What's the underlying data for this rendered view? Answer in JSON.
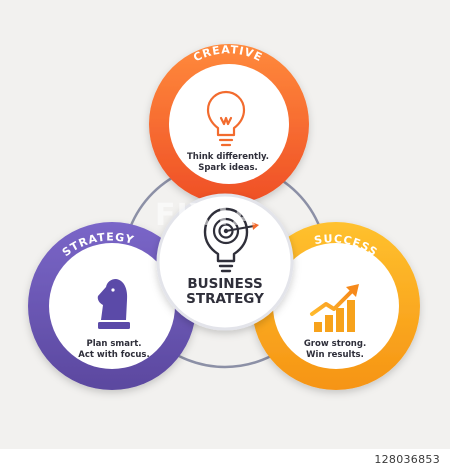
{
  "center": {
    "title_line1": "BUSINESS",
    "title_line2": "STRATEGY",
    "icon": "lightbulb-target-icon"
  },
  "segments": [
    {
      "key": "creative",
      "label": "CREATIVE",
      "line1": "Think differently.",
      "line2": "Spark ideas.",
      "icon": "lightbulb-icon",
      "color": "#f26b2e"
    },
    {
      "key": "strategy",
      "label": "STRATEGY",
      "line1": "Plan smart.",
      "line2": "Act with focus.",
      "icon": "chess-knight-icon",
      "color": "#6b58b8"
    },
    {
      "key": "success",
      "label": "SUCCESS",
      "line1": "Grow strong.",
      "line2": "Win results.",
      "icon": "growth-chart-icon",
      "color": "#f7a21b"
    }
  ],
  "colors": {
    "text_dark": "#2f2f3a",
    "connector": "#8c90a6",
    "background": "#f2f1ef"
  },
  "watermark": {
    "text": "FIXTA",
    "id": "128036853"
  }
}
